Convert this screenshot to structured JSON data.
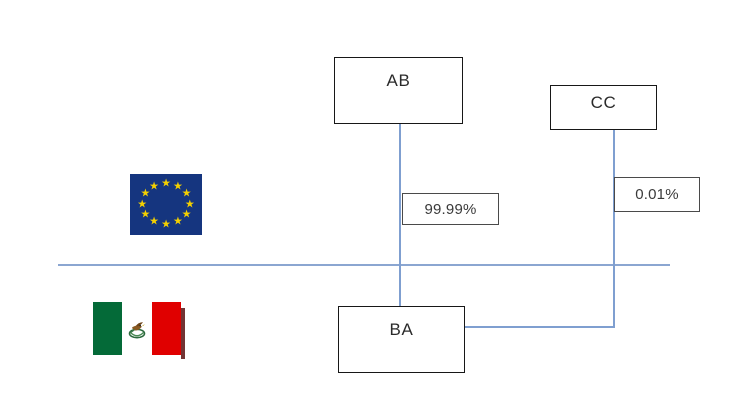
{
  "diagram": {
    "title": "corporate-ownership-structure",
    "nodes": [
      {
        "id": "AB",
        "label": "AB"
      },
      {
        "id": "CC",
        "label": "CC"
      },
      {
        "id": "BA",
        "label": "BA"
      }
    ],
    "edges": [
      {
        "from": "AB",
        "to": "BA",
        "label": "99.99%"
      },
      {
        "from": "CC",
        "to": "BA",
        "label": "0.01%"
      }
    ],
    "edge_labels": {
      "majority": "99.99%",
      "minority": "0.01%"
    },
    "flags": [
      {
        "id": "eu",
        "name": "european-union-flag",
        "stars": 12
      },
      {
        "id": "mx",
        "name": "mexico-flag",
        "bands": [
          "green",
          "white",
          "red"
        ]
      }
    ],
    "colors": {
      "connector": "#7f9fd0",
      "divider": "#8ba6d1",
      "node_border": "#171717",
      "eu_blue": "#15357f",
      "eu_star": "#f4d000",
      "mx_green": "#046a38",
      "mx_red": "#e00000"
    }
  }
}
